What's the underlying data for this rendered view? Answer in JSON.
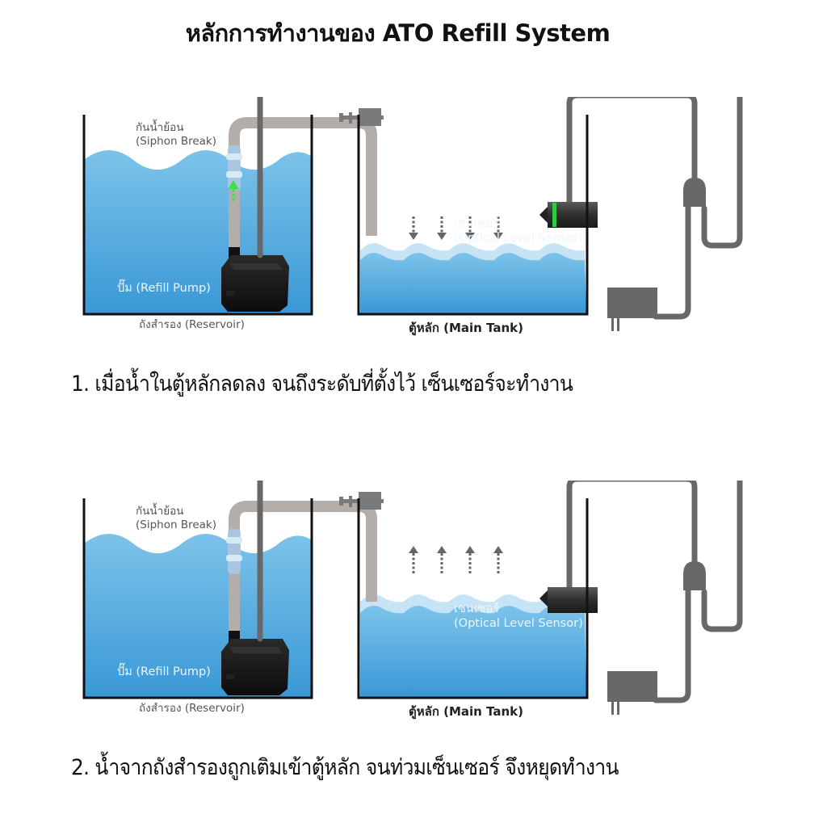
{
  "title": "หลักการทำงานของ ATO Refill System",
  "colors": {
    "water_top": "#7cc3ea",
    "water_bottom": "#3a98d6",
    "foam": "#c7e4f6",
    "tube": "#b3aeaa",
    "cable": "#686868",
    "tank_wall": "#111111",
    "sensor_led": "#2ecc40",
    "flow_arrow": "#3de04a"
  },
  "panels": [
    {
      "state": "water-low",
      "arrows_direction": "down",
      "sensor_active": true,
      "labels": {
        "siphon_th": "กันน้ำย้อน",
        "siphon_en": "(Siphon Break)",
        "pump": "ปั๊ม (Refill Pump)",
        "reservoir": "ถังสำรอง (Reservoir)",
        "sensor_th": "เซนเซอร์",
        "sensor_en": "(Optical Level Sensor)",
        "main_tank": "ตู้หลัก (Main Tank)"
      },
      "caption": "1. เมื่อน้ำในตู้หลักลดลง จนถึงระดับที่ตั้งไว้ เซ็นเซอร์จะทำงาน"
    },
    {
      "state": "water-refilled",
      "arrows_direction": "up",
      "sensor_active": false,
      "labels": {
        "siphon_th": "กันน้ำย้อน",
        "siphon_en": "(Siphon Break)",
        "pump": "ปั๊ม (Refill Pump)",
        "reservoir": "ถังสำรอง (Reservoir)",
        "sensor_th": "เซนเซอร์",
        "sensor_en": "(Optical Level Sensor)",
        "main_tank": "ตู้หลัก (Main Tank)"
      },
      "caption": "2. น้ำจากถังสำรองถูกเติมเข้าตู้หลัก จนท่วมเซ็นเซอร์ จึงหยุดทำงาน"
    }
  ]
}
